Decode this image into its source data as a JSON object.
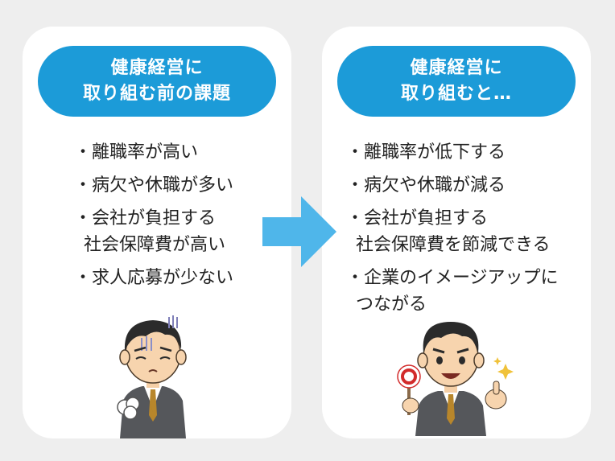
{
  "left_card": {
    "title_line1": "健康経営に",
    "title_line2": "取り組む前の課題",
    "items": [
      [
        "・離職率が高い"
      ],
      [
        "・病欠や休職が多い"
      ],
      [
        "・会社が負担する",
        "社会保障費が高い"
      ],
      [
        "・求人応募が少ない"
      ]
    ]
  },
  "right_card": {
    "title_line1": "健康経営に",
    "title_line2": "取り組むと…",
    "items": [
      [
        "・離職率が低下する"
      ],
      [
        "・病欠や休職が減る"
      ],
      [
        "・会社が負担する",
        "社会保障費を節減できる"
      ],
      [
        "・企業のイメージアップに",
        "つながる"
      ]
    ]
  },
  "colors": {
    "accent": "#1c9bd8",
    "arrow": "#4fb6ea",
    "background": "#eeeeee",
    "card": "#ffffff"
  },
  "icons": {
    "arrow": "right-arrow-icon",
    "left_character": "worried-businessman-illustration",
    "right_character": "happy-businessman-illustration"
  }
}
